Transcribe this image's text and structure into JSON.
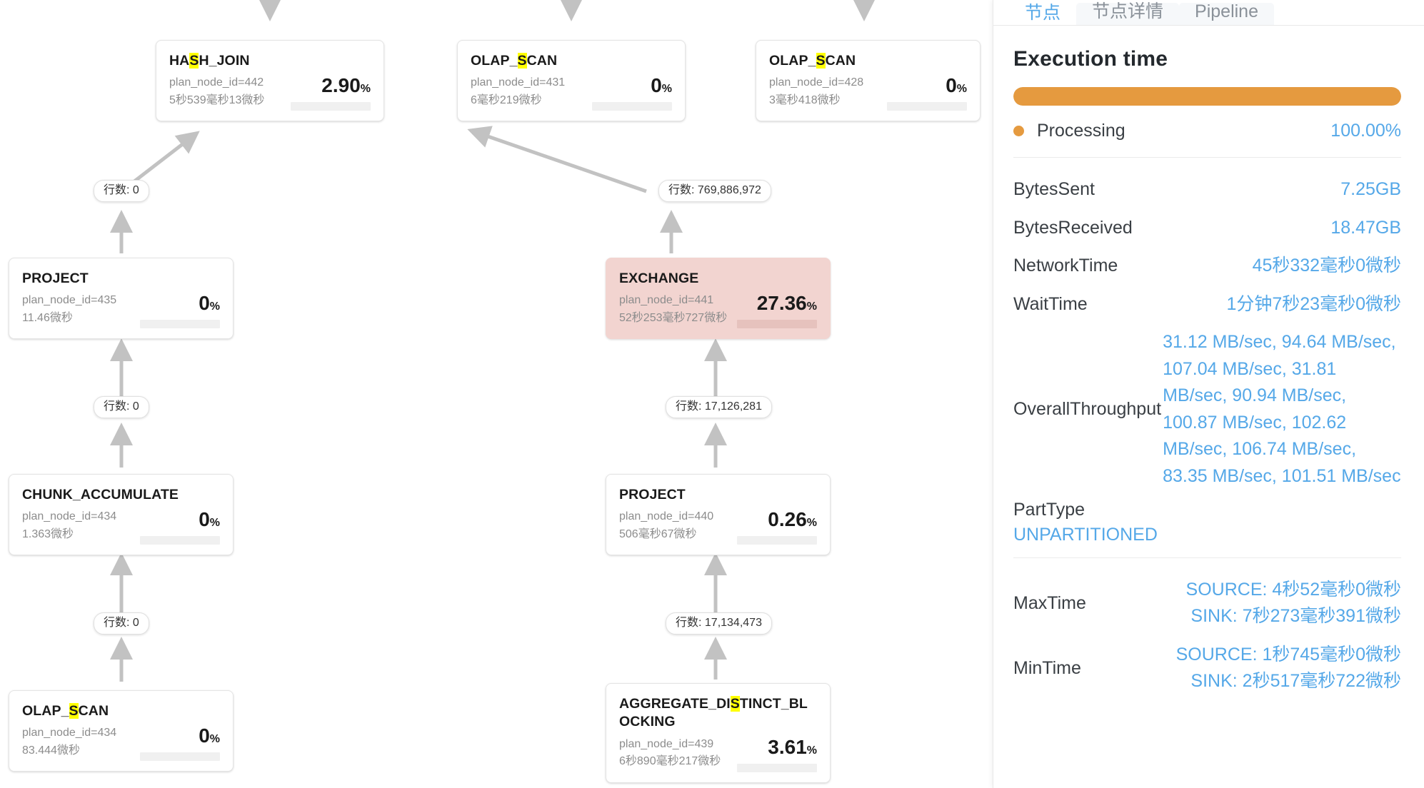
{
  "graph": {
    "nodes": [
      {
        "id": "hash-join-442",
        "title_before": "HA",
        "title_mark": "S",
        "title_after": "H_JOIN",
        "title_plain": "HASH_JOIN",
        "plan_node_id": "plan_node_id=442",
        "duration": "5秒539毫秒13微秒",
        "percent": "2.90",
        "percent_unit": "%",
        "bar_ratio": 0.029,
        "highlighted": false
      },
      {
        "id": "olap-scan-431",
        "title_before": "OLAP_",
        "title_mark": "S",
        "title_after": "CAN",
        "title_plain": "OLAP_SCAN",
        "plan_node_id": "plan_node_id=431",
        "duration": "6毫秒219微秒",
        "percent": "0",
        "percent_unit": "%",
        "bar_ratio": 0,
        "highlighted": false
      },
      {
        "id": "olap-scan-428",
        "title_before": "OLAP_",
        "title_mark": "S",
        "title_after": "CAN",
        "title_plain": "OLAP_SCAN",
        "plan_node_id": "plan_node_id=428",
        "duration": "3毫秒418微秒",
        "percent": "0",
        "percent_unit": "%",
        "bar_ratio": 0,
        "highlighted": false
      },
      {
        "id": "project-435",
        "title_before": "PROJECT",
        "title_mark": "",
        "title_after": "",
        "title_plain": "PROJECT",
        "plan_node_id": "plan_node_id=435",
        "duration": "11.46微秒",
        "percent": "0",
        "percent_unit": "%",
        "bar_ratio": 0,
        "highlighted": false
      },
      {
        "id": "exchange-441",
        "title_before": "EXCHANGE",
        "title_mark": "",
        "title_after": "",
        "title_plain": "EXCHANGE",
        "plan_node_id": "plan_node_id=441",
        "duration": "52秒253毫秒727微秒",
        "percent": "27.36",
        "percent_unit": "%",
        "bar_ratio": 0.2736,
        "highlighted": true
      },
      {
        "id": "chunk-accumulate-434",
        "title_before": "CHUNK_ACCUMULATE",
        "title_mark": "",
        "title_after": "",
        "title_plain": "CHUNK_ACCUMULATE",
        "plan_node_id": "plan_node_id=434",
        "duration": "1.363微秒",
        "percent": "0",
        "percent_unit": "%",
        "bar_ratio": 0,
        "highlighted": false
      },
      {
        "id": "project-440",
        "title_before": "PROJECT",
        "title_mark": "",
        "title_after": "",
        "title_plain": "PROJECT",
        "plan_node_id": "plan_node_id=440",
        "duration": "506毫秒67微秒",
        "percent": "0.26",
        "percent_unit": "%",
        "bar_ratio": 0.0026,
        "highlighted": false
      },
      {
        "id": "olap-scan-434",
        "title_before": "OLAP_",
        "title_mark": "S",
        "title_after": "CAN",
        "title_plain": "OLAP_SCAN",
        "plan_node_id": "plan_node_id=434",
        "duration": "83.444微秒",
        "percent": "0",
        "percent_unit": "%",
        "bar_ratio": 0,
        "highlighted": false
      },
      {
        "id": "aggregate-distinct-blocking-439",
        "title_before": "AGGREGATE_DI",
        "title_mark": "S",
        "title_after": "TINCT_BLOCKING",
        "title_plain": "AGGREGATE_DISTINCT_BLOCKING",
        "plan_node_id": "plan_node_id=439",
        "duration": "6秒890毫秒217微秒",
        "percent": "3.61",
        "percent_unit": "%",
        "bar_ratio": 0.0361,
        "highlighted": false
      }
    ],
    "edge_labels": [
      {
        "id": "edge-rows-hashjoin-project",
        "text": "行数: 0"
      },
      {
        "id": "edge-rows-exchange-hashjoin",
        "text": "行数: 769,886,972"
      },
      {
        "id": "edge-rows-project-chunk",
        "text": "行数: 0"
      },
      {
        "id": "edge-rows-project440-exchange",
        "text": "行数: 17,126,281"
      },
      {
        "id": "edge-rows-chunk-olapscan",
        "text": "行数: 0"
      },
      {
        "id": "edge-rows-aggregate-project440",
        "text": "行数: 17,134,473"
      }
    ]
  },
  "panel": {
    "tabs": [
      {
        "label": "节点",
        "active": true
      },
      {
        "label": "节点详情",
        "active": false
      },
      {
        "label": "Pipeline",
        "active": false
      }
    ],
    "heading": "Execution time",
    "progress": {
      "percent": 100,
      "color": "#e59a3f"
    },
    "legend": {
      "dot_color": "#e59a3f",
      "label": "Processing",
      "value": "100.00%"
    },
    "metrics": [
      {
        "key": "BytesSent",
        "value": "7.25GB",
        "layout": "inline"
      },
      {
        "key": "BytesReceived",
        "value": "18.47GB",
        "layout": "inline"
      },
      {
        "key": "NetworkTime",
        "value": "45秒332毫秒0微秒",
        "layout": "inline"
      },
      {
        "key": "WaitTime",
        "value": "1分钟7秒23毫秒0微秒",
        "layout": "inline"
      },
      {
        "key": "OverallThroughput",
        "value": "31.12 MB/sec, 94.64 MB/sec, 107.04 MB/sec, 31.81 MB/sec, 90.94 MB/sec, 100.87 MB/sec, 102.62 MB/sec, 106.74 MB/sec, 83.35 MB/sec, 101.51 MB/sec",
        "layout": "wrapped"
      },
      {
        "key": "PartType",
        "value": "UNPARTITIONED",
        "layout": "stacked"
      }
    ],
    "time_metrics": [
      {
        "key": "MaxTime",
        "line1": "SOURCE: 4秒52毫秒0微秒",
        "line2": "SINK: 7秒273毫秒391微秒"
      },
      {
        "key": "MinTime",
        "line1": "SOURCE: 1秒745毫秒0微秒",
        "line2": "SINK: 2秒517毫秒722微秒"
      }
    ]
  }
}
